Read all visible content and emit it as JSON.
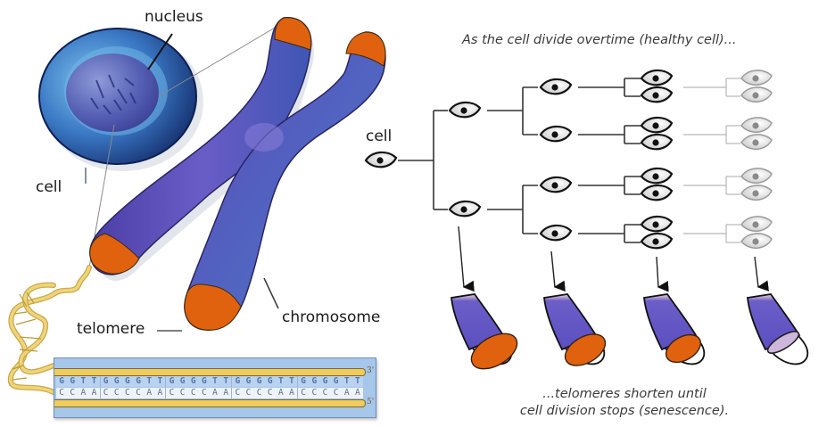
{
  "labels": {
    "nucleus": "nucleus",
    "cell_left": "cell",
    "telomere": "telomere",
    "chromosome": "chromosome",
    "cell_tree_root": "cell"
  },
  "captions": {
    "top": "As the cell divide overtime (healthy cell)...",
    "bottom_line1": "...telomeres shorten until",
    "bottom_line2": "cell division stops (senescence)."
  },
  "dna": {
    "top_strand_groups": [
      [
        "G",
        "G",
        "T",
        "T"
      ],
      [
        "G",
        "G",
        "G",
        "G",
        "T",
        "T"
      ],
      [
        "G",
        "G",
        "G",
        "G",
        "T",
        "T"
      ],
      [
        "G",
        "G",
        "G",
        "G",
        "T",
        "T"
      ],
      [
        "G",
        "G",
        "G",
        "G",
        "T",
        "T"
      ]
    ],
    "bottom_strand_groups": [
      [
        "C",
        "C",
        "A",
        "A"
      ],
      [
        "C",
        "C",
        "C",
        "C",
        "A",
        "A"
      ],
      [
        "C",
        "C",
        "C",
        "C",
        "A",
        "A"
      ],
      [
        "C",
        "C",
        "C",
        "C",
        "A",
        "A"
      ],
      [
        "C",
        "C",
        "C",
        "C",
        "A",
        "A"
      ]
    ],
    "top_end_label": "3'",
    "bottom_end_label": "5'"
  },
  "division_tree": {
    "generations": 5,
    "senescent_generation": 5
  },
  "telomere_stages": [
    {
      "stage": 1,
      "telomere_remaining": 1.0
    },
    {
      "stage": 2,
      "telomere_remaining": 0.75
    },
    {
      "stage": 3,
      "telomere_remaining": 0.5
    },
    {
      "stage": 4,
      "telomere_remaining": 0.0
    }
  ],
  "colors": {
    "chromosome": "#5a4fb0",
    "telomere": "#e0620e",
    "cell_outer": "#1e3f8f",
    "dna_box": "#a6c6ea",
    "dna_strand": "#f0cc5c"
  }
}
